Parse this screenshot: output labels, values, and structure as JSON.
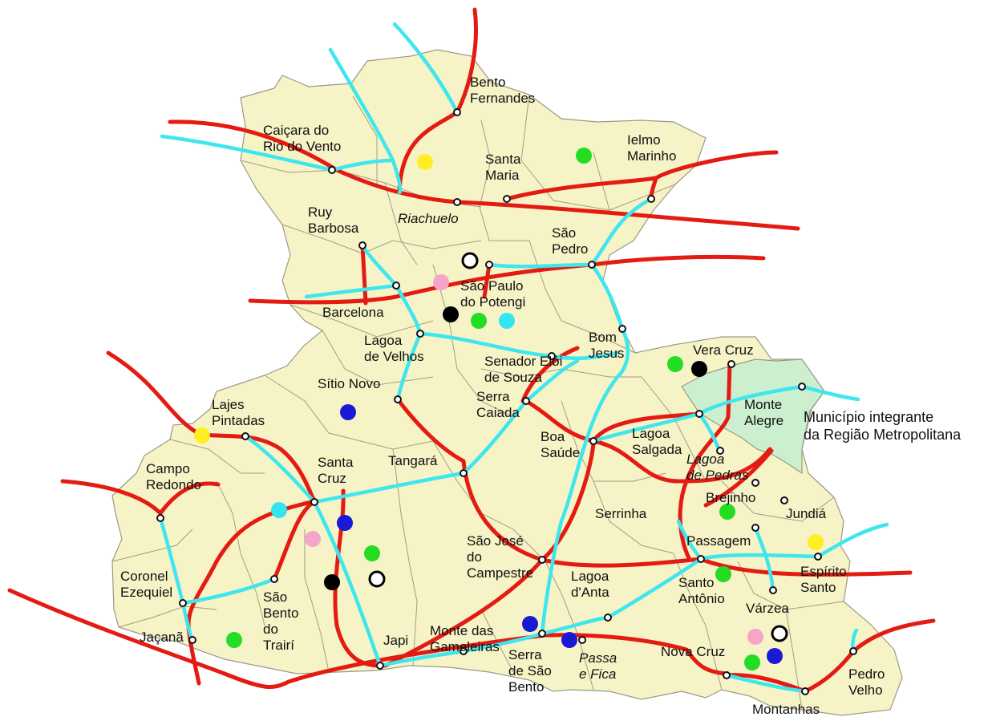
{
  "colors": {
    "land": "#f6f3c6",
    "metro_area": "#ccefcf",
    "road_red": "#e31b12",
    "road_cyan": "#3ee6ee",
    "dot_green": "#22dd22",
    "dot_yellow": "#ffee22",
    "dot_blue": "#1a1ad6",
    "dot_black": "#000000",
    "dot_pink": "#f5a6c8",
    "dot_cyan": "#33e5f0",
    "dot_ring": "#ffffff"
  },
  "legend": {
    "line1": "Município integrante",
    "line2": "da Região Metropolitana"
  },
  "towns": [
    {
      "id": "bento-fernandes",
      "lines": [
        "Bento",
        "Fernandes"
      ]
    },
    {
      "id": "caicara",
      "lines": [
        "Caiçara do",
        "Rio do Vento"
      ]
    },
    {
      "id": "ielmo-marinho",
      "lines": [
        "Ielmo",
        "Marinho"
      ]
    },
    {
      "id": "santa-maria",
      "lines": [
        "Santa",
        "Maria"
      ]
    },
    {
      "id": "riachuelo",
      "lines": [
        "Riachuelo"
      ]
    },
    {
      "id": "ruy-barbosa",
      "lines": [
        "Ruy",
        "Barbosa"
      ]
    },
    {
      "id": "sao-pedro",
      "lines": [
        "São",
        "Pedro"
      ]
    },
    {
      "id": "sao-paulo-potengi",
      "lines": [
        "São Paulo",
        "do Potengi"
      ]
    },
    {
      "id": "barcelona",
      "lines": [
        "Barcelona"
      ]
    },
    {
      "id": "lagoa-velhos",
      "lines": [
        "Lagoa",
        "de Velhos"
      ]
    },
    {
      "id": "bom-jesus",
      "lines": [
        "Bom",
        "Jesus"
      ]
    },
    {
      "id": "senador-eloi",
      "lines": [
        "Senador Elói",
        "de Souza"
      ]
    },
    {
      "id": "vera-cruz",
      "lines": [
        "Vera Cruz"
      ]
    },
    {
      "id": "sitio-novo",
      "lines": [
        "Sítio Novo"
      ]
    },
    {
      "id": "serra-caiada",
      "lines": [
        "Serra",
        "Caiada"
      ]
    },
    {
      "id": "monte-alegre",
      "lines": [
        "Monte",
        "Alegre"
      ]
    },
    {
      "id": "lajes-pintadas",
      "lines": [
        "Lajes",
        "Pintadas"
      ]
    },
    {
      "id": "boa-saude",
      "lines": [
        "Boa",
        "Saúde"
      ]
    },
    {
      "id": "lagoa-salgada",
      "lines": [
        "Lagoa",
        "Salgada"
      ]
    },
    {
      "id": "lagoa-pedras",
      "lines": [
        "Lagoa",
        "de Pedras"
      ]
    },
    {
      "id": "santa-cruz",
      "lines": [
        "Santa",
        "Cruz"
      ]
    },
    {
      "id": "tangara",
      "lines": [
        "Tangará"
      ]
    },
    {
      "id": "campo-redondo",
      "lines": [
        "Campo",
        "Redondo"
      ]
    },
    {
      "id": "brejinho",
      "lines": [
        "Brejinho"
      ]
    },
    {
      "id": "jundia",
      "lines": [
        "Jundiá"
      ]
    },
    {
      "id": "serrinha",
      "lines": [
        "Serrinha"
      ]
    },
    {
      "id": "passagem",
      "lines": [
        "Passagem"
      ]
    },
    {
      "id": "sao-jose-campestre",
      "lines": [
        "São José",
        "do",
        "Campestre"
      ]
    },
    {
      "id": "espirito-santo",
      "lines": [
        "Espírito",
        "Santo"
      ]
    },
    {
      "id": "coronel-ezequiel",
      "lines": [
        "Coronel",
        "Ezequiel"
      ]
    },
    {
      "id": "lagoa-danta",
      "lines": [
        "Lagoa",
        "d'Anta"
      ]
    },
    {
      "id": "santo-antonio",
      "lines": [
        "Santo",
        "Antônio"
      ]
    },
    {
      "id": "sao-bento-trairi",
      "lines": [
        "São",
        "Bento",
        "do",
        "Trairí"
      ]
    },
    {
      "id": "varzea",
      "lines": [
        "Várzea"
      ]
    },
    {
      "id": "jacana",
      "lines": [
        "Jaçanã"
      ]
    },
    {
      "id": "japi",
      "lines": [
        "Japi"
      ]
    },
    {
      "id": "monte-gameleiras",
      "lines": [
        "Monte das",
        "Gameleiras"
      ]
    },
    {
      "id": "serra-sao-bento",
      "lines": [
        "Serra",
        "de São",
        "Bento"
      ]
    },
    {
      "id": "passa-e-fica",
      "lines": [
        "Passa",
        "e Fica"
      ]
    },
    {
      "id": "nova-cruz",
      "lines": [
        "Nova Cruz"
      ]
    },
    {
      "id": "pedro-velho",
      "lines": [
        "Pedro",
        "Velho"
      ]
    },
    {
      "id": "montanhas",
      "lines": [
        "Montanhas"
      ]
    }
  ]
}
